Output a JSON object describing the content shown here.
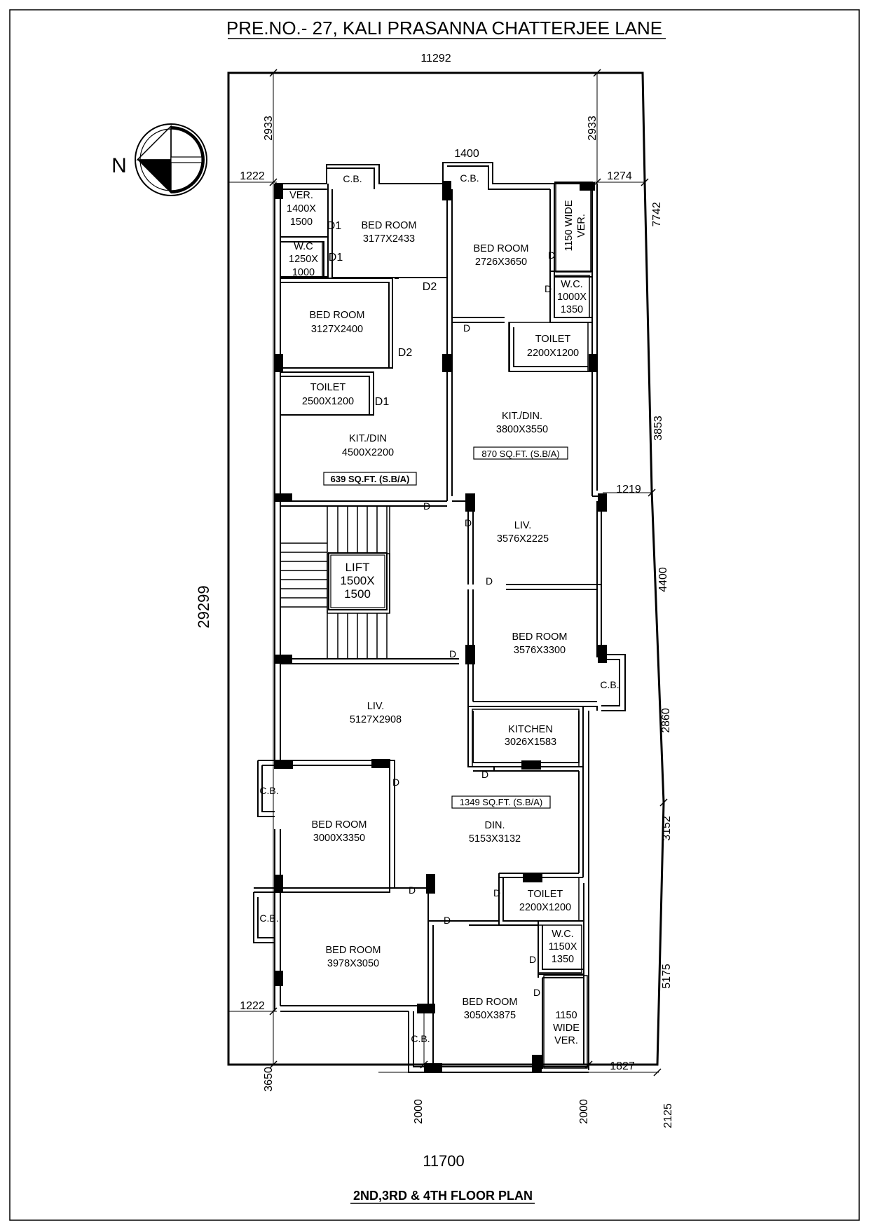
{
  "title": "PRE.NO.- 27, KALI PRASANNA CHATTERJEE LANE",
  "footer": "2ND,3RD & 4TH FLOOR PLAN",
  "north_label": "N",
  "dims": {
    "top": "11292",
    "bottom": "11700",
    "left_total": "29299",
    "top_left_setback": "2933",
    "top_right_setback": "2933",
    "top_left_side": "1222",
    "top_right_side": "1274",
    "top_gap": "1400",
    "right_7742": "7742",
    "right_3853": "3853",
    "right_1219": "1219",
    "right_4400": "4400",
    "right_2860": "2860",
    "right_3152": "3152",
    "right_5175": "5175",
    "bottom_left_side": "1222",
    "bottom_right_side": "1827",
    "bottom_left_setback": "3650",
    "bottom_mid_left": "2000",
    "bottom_mid_right": "2000",
    "bottom_right_setback": "2125"
  },
  "rooms": {
    "ver1": {
      "l1": "VER.",
      "l2": "1400X",
      "l3": "1500"
    },
    "wc1": {
      "l1": "W.C",
      "l2": "1250X",
      "l3": "1000"
    },
    "bed1": {
      "l1": "BED ROOM",
      "l2": "3177X2433"
    },
    "bed2": {
      "l1": "BED ROOM",
      "l2": "3127X2400"
    },
    "toilet1": {
      "l1": "TOILET",
      "l2": "2500X1200"
    },
    "kit1": {
      "l1": "KIT./DIN",
      "l2": "4500X2200"
    },
    "area1": "639 SQ.FT. (S.B/A)",
    "bed3": {
      "l1": "BED ROOM",
      "l2": "2726X3650"
    },
    "ver2": {
      "l1": "1150 WIDE",
      "l2": "VER."
    },
    "wc2": {
      "l1": "W.C.",
      "l2": "1000X",
      "l3": "1350"
    },
    "toilet2": {
      "l1": "TOILET",
      "l2": "2200X1200"
    },
    "kit2": {
      "l1": "KIT./DIN.",
      "l2": "3800X3550"
    },
    "area2": "870 SQ.FT. (S.B/A)",
    "liv1": {
      "l1": "LIV.",
      "l2": "3576X2225"
    },
    "bed4": {
      "l1": "BED ROOM",
      "l2": "3576X3300"
    },
    "lift": {
      "l1": "LIFT",
      "l2": "1500X",
      "l3": "1500"
    },
    "liv2": {
      "l1": "LIV.",
      "l2": "5127X2908"
    },
    "kitchen": {
      "l1": "KITCHEN",
      "l2": "3026X1583"
    },
    "area3": "1349 SQ.FT. (S.B/A)",
    "din": {
      "l1": "DIN.",
      "l2": "5153X3132"
    },
    "bed5": {
      "l1": "BED ROOM",
      "l2": "3000X3350"
    },
    "toilet3": {
      "l1": "TOILET",
      "l2": "2200X1200"
    },
    "wc3": {
      "l1": "W.C.",
      "l2": "1150X",
      "l3": "1350"
    },
    "bed6": {
      "l1": "BED ROOM",
      "l2": "3978X3050"
    },
    "bed7": {
      "l1": "BED ROOM",
      "l2": "3050X3875"
    },
    "ver3": {
      "l1": "1150",
      "l2": "WIDE",
      "l3": "VER."
    }
  },
  "cb": "C.B.",
  "doors": {
    "d": "D",
    "d1": "D1",
    "d2": "D2"
  }
}
